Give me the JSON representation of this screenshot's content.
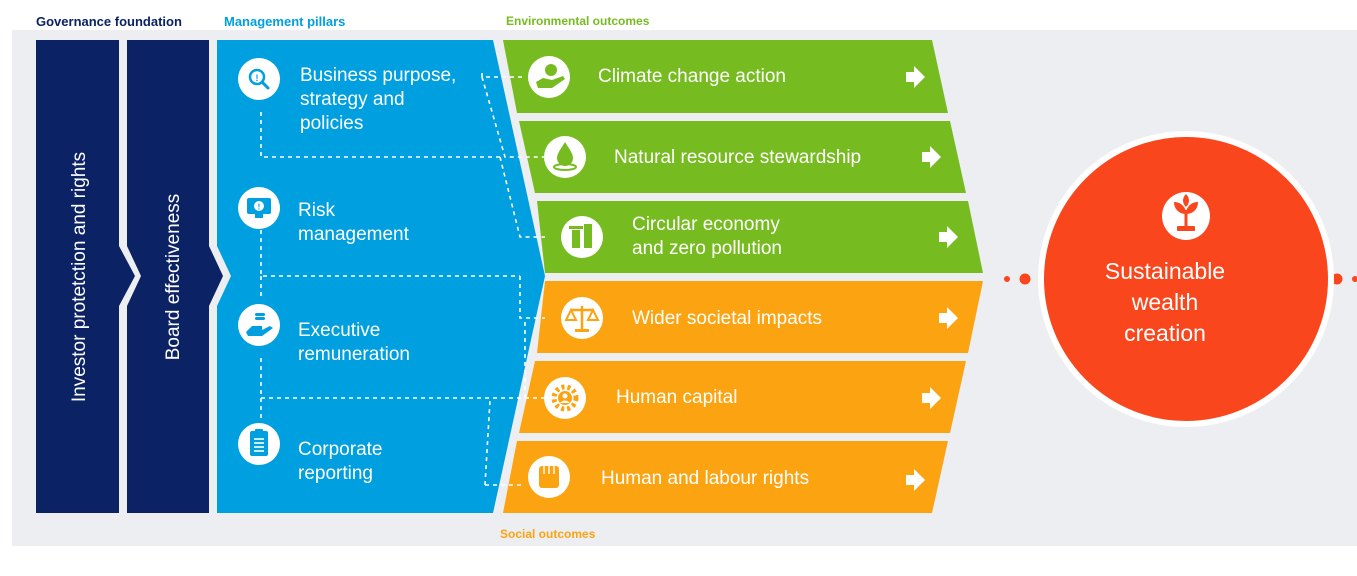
{
  "headers": {
    "governance": "Governance foundation",
    "pillars": "Management pillars",
    "environmental": "Environmental outcomes",
    "social": "Social outcomes"
  },
  "governance": {
    "investor": "Investor protetction and rights",
    "board": "Board effectiveness"
  },
  "pillars": [
    {
      "lines": [
        "Business purpose,",
        "strategy and",
        "policies"
      ],
      "icon": "magnifier-icon"
    },
    {
      "lines": [
        "Risk",
        "management"
      ],
      "icon": "monitor-alert-icon"
    },
    {
      "lines": [
        "Executive",
        "remuneration"
      ],
      "icon": "hand-coins-icon"
    },
    {
      "lines": [
        "Corporate",
        "reporting"
      ],
      "icon": "clipboard-icon"
    }
  ],
  "environmental": [
    {
      "lines": [
        "Climate change action"
      ],
      "icon": "globe-hand-icon"
    },
    {
      "lines": [
        "Natural resource stewardship"
      ],
      "icon": "water-drop-icon"
    },
    {
      "lines": [
        "Circular economy",
        "and zero pollution"
      ],
      "icon": "factory-icon"
    }
  ],
  "social": [
    {
      "lines": [
        "Wider societal impacts"
      ],
      "icon": "scales-icon"
    },
    {
      "lines": [
        "Human capital"
      ],
      "icon": "gear-person-icon"
    },
    {
      "lines": [
        "Human and labour rights"
      ],
      "icon": "raised-fist-icon"
    }
  ],
  "outcome": {
    "lines": [
      "Sustainable",
      "wealth",
      "creation"
    ],
    "icon": "sprout-icon"
  },
  "colors": {
    "navy": "#0b2265",
    "blue": "#009fdf",
    "green": "#76bc21",
    "orange": "#fca311",
    "red": "#f9461c",
    "panel": "#eceef1"
  }
}
